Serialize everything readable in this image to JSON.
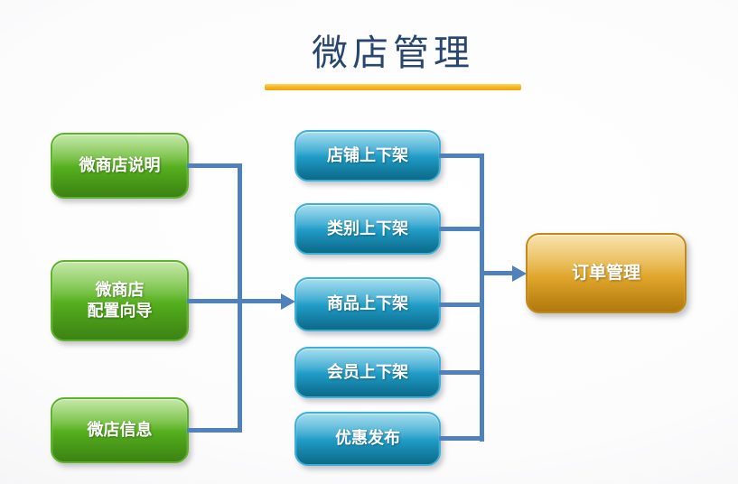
{
  "slide": {
    "title": "微店管理",
    "title_color": "#29466e",
    "underline_color": "#f5b31b"
  },
  "nodes": {
    "left": [
      {
        "label": "微商店说明"
      },
      {
        "label": "微商店\n配置向导"
      },
      {
        "label": "微店信息"
      }
    ],
    "middle": [
      {
        "label": "店铺上下架"
      },
      {
        "label": "类别上下架"
      },
      {
        "label": "商品上下架"
      },
      {
        "label": "会员上下架"
      },
      {
        "label": "优惠发布"
      }
    ],
    "right": {
      "label": "订单管理"
    }
  },
  "edges": [
    {
      "from": "微商店说明",
      "to": "商品上下架"
    },
    {
      "from": "微商店配置向导",
      "to": "商品上下架"
    },
    {
      "from": "微店信息",
      "to": "商品上下架"
    },
    {
      "from": "店铺上下架",
      "to": "订单管理"
    },
    {
      "from": "类别上下架",
      "to": "订单管理"
    },
    {
      "from": "商品上下架",
      "to": "订单管理"
    },
    {
      "from": "会员上下架",
      "to": "订单管理"
    },
    {
      "from": "优惠发布",
      "to": "订单管理"
    }
  ],
  "colors": {
    "left_node": "#54ae1d",
    "middle_node": "#1f9ac6",
    "right_node": "#e0a62c",
    "connector": "#4f81bd",
    "node_text": "#ffffff",
    "background": "#f3f3f5"
  }
}
